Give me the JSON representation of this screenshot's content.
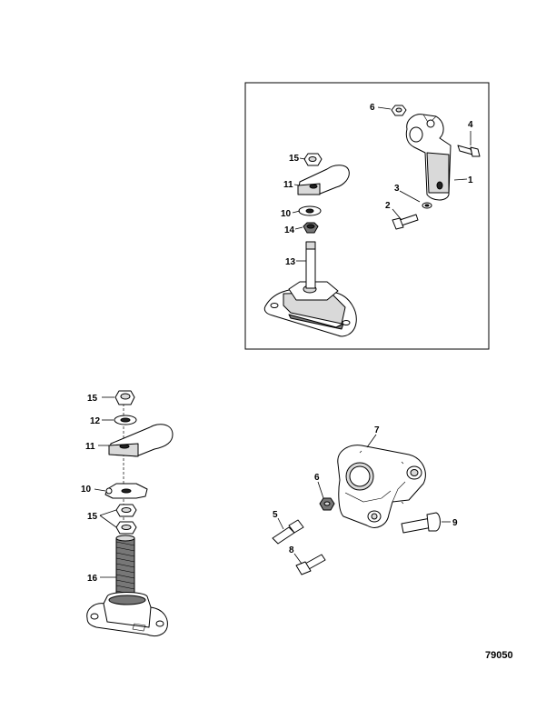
{
  "callouts": {
    "inset": [
      "6",
      "4",
      "1",
      "3",
      "2",
      "15",
      "11",
      "10",
      "14",
      "13"
    ],
    "left": [
      "15",
      "12",
      "11",
      "10",
      "15",
      "16"
    ],
    "right": [
      "7",
      "6",
      "5",
      "9",
      "8"
    ]
  },
  "figure_number": "79050"
}
